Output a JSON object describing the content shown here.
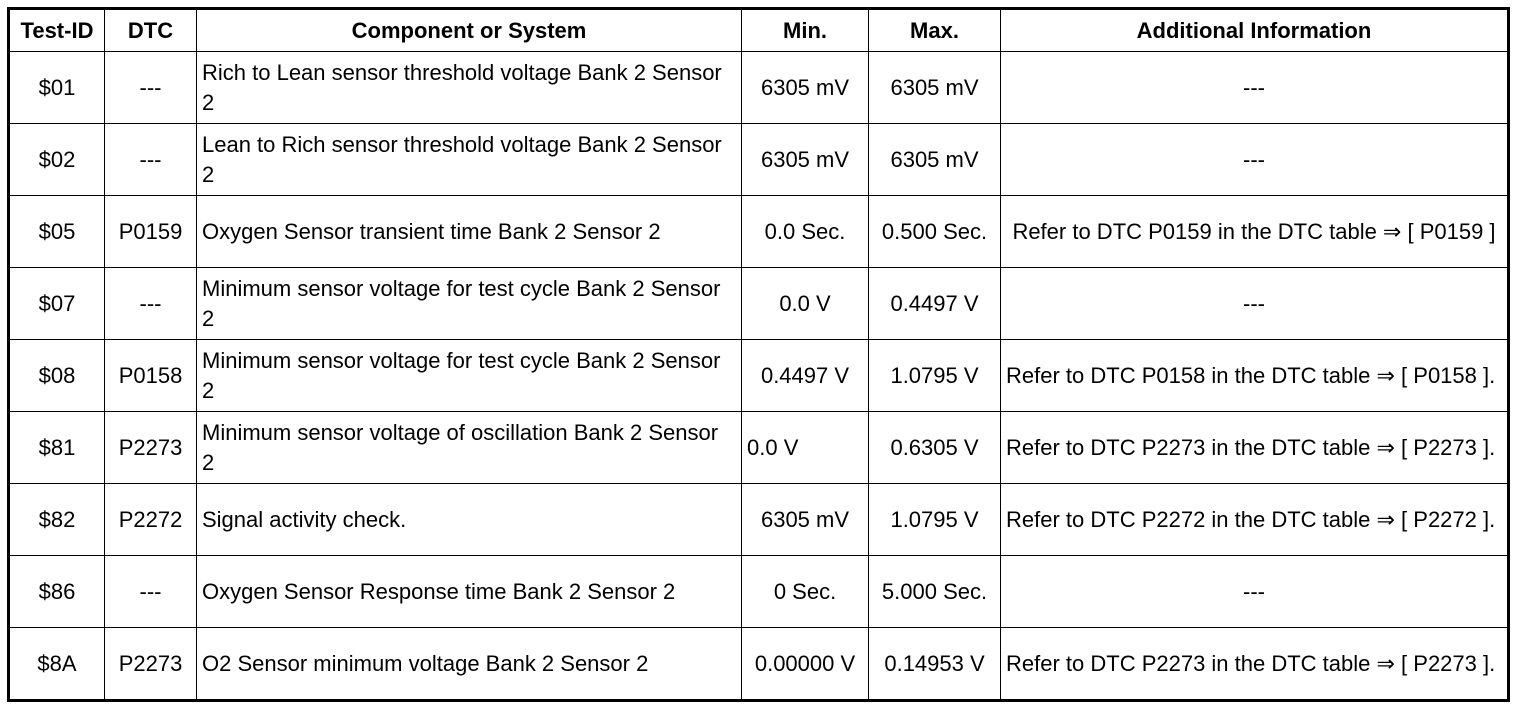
{
  "headers": [
    "Test-ID",
    "DTC",
    "Component or System",
    "Min.",
    "Max.",
    "Additional Information"
  ],
  "rows": [
    {
      "id": "$01",
      "dtc": "---",
      "component": "Rich to Lean sensor threshold voltage Bank 2 Sensor 2",
      "min": "6305 mV",
      "max": "6305 mV",
      "info": "---"
    },
    {
      "id": "$02",
      "dtc": "---",
      "component": "Lean to Rich sensor threshold voltage Bank 2 Sensor 2",
      "min": "6305 mV",
      "max": "6305 mV",
      "info": "---"
    },
    {
      "id": "$05",
      "dtc": "P0159",
      "component": "Oxygen Sensor transient time Bank 2 Sensor 2",
      "min": "0.0 Sec.",
      "max": "0.500 Sec.",
      "info": "Refer to DTC P0159 in the DTC table ⇒ [ P0159 ]"
    },
    {
      "id": "$07",
      "dtc": "---",
      "component": "Minimum sensor voltage for test cycle Bank 2 Sensor 2",
      "min": "0.0 V",
      "max": "0.4497 V",
      "info": "---"
    },
    {
      "id": "$08",
      "dtc": "P0158",
      "component": "Minimum sensor voltage for test cycle Bank 2 Sensor 2",
      "min": "0.4497 V",
      "max": "1.0795 V",
      "info": "Refer to DTC P0158 in the DTC table ⇒ [ P0158 ]."
    },
    {
      "id": "$81",
      "dtc": "P2273",
      "component": "Minimum sensor voltage of oscillation Bank 2 Sensor 2",
      "min": "0.0 V",
      "max": "0.6305 V",
      "info": "Refer to DTC P2273 in the DTC table ⇒ [ P2273 ]."
    },
    {
      "id": "$82",
      "dtc": "P2272",
      "component": "Signal activity check.",
      "min": "6305 mV",
      "max": "1.0795 V",
      "info": "Refer to DTC P2272 in the DTC table ⇒ [ P2272 ]."
    },
    {
      "id": "$86",
      "dtc": "---",
      "component": "Oxygen Sensor Response time Bank 2 Sensor 2",
      "min": "0 Sec.",
      "max": "5.000 Sec.",
      "info": "---"
    },
    {
      "id": "$8A",
      "dtc": "P2273",
      "component": "O2 Sensor minimum voltage Bank 2 Sensor 2",
      "min": "0.00000 V",
      "max": "0.14953 V",
      "info": "Refer to DTC P2273 in the DTC table ⇒ [ P2273 ]."
    }
  ]
}
